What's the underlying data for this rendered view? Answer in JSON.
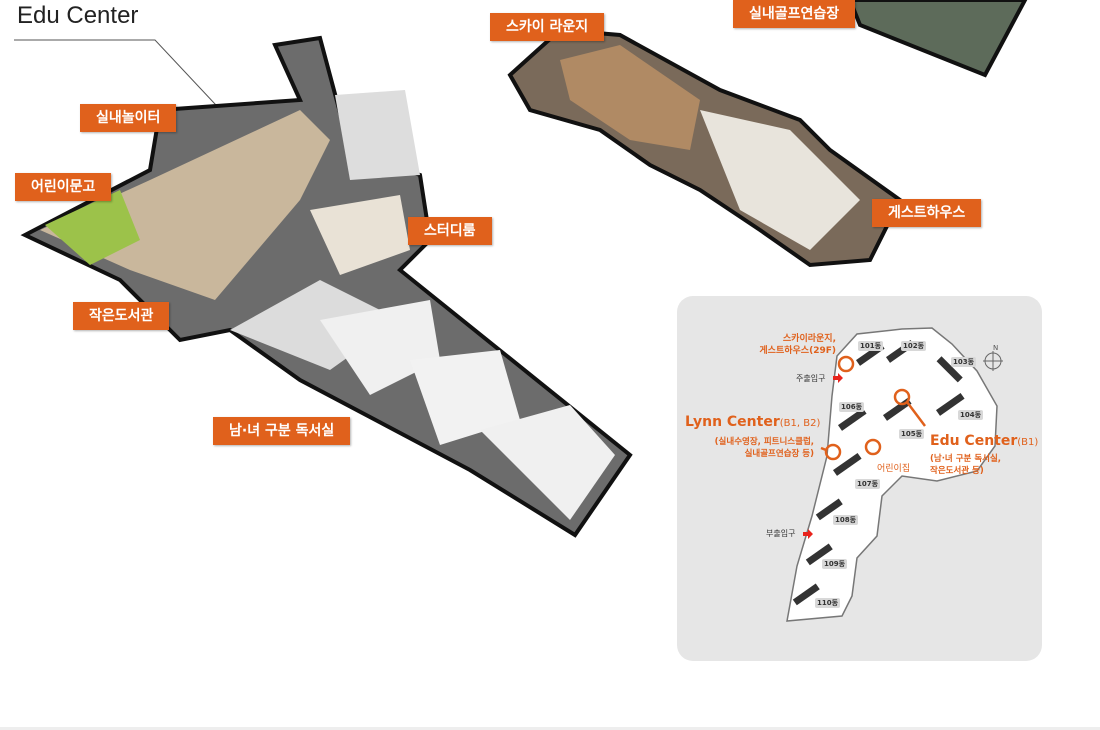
{
  "title": "Edu Center",
  "labels": {
    "playroom": "실내놀이터",
    "kids_library": "어린이문고",
    "small_library": "작은도서관",
    "study_room": "스터디룸",
    "reading_room": "남·녀 구분 독서실",
    "sky_lounge": "스카이 라운지",
    "golf": "실내골프연습장",
    "guesthouse": "게스트하우스"
  },
  "map": {
    "sky_note_1": "스카이라운지,",
    "sky_note_2": "게스트하우스(29F)",
    "main_entrance": "주출입구",
    "sub_entrance": "부출입구",
    "lynn_title": "Lynn Center",
    "lynn_floor": "(B1, B2)",
    "lynn_desc_1": "(실내수영장, 피트니스클럽,",
    "lynn_desc_2": "실내골프연습장 등)",
    "edu_title": "Edu Center",
    "edu_floor": "(B1)",
    "edu_desc_1": "(남·녀 구분 독서실,",
    "edu_desc_2": "작은도서관 등)",
    "daycare": "어린이집",
    "north": "N",
    "buildings": [
      "101동",
      "102동",
      "103동",
      "104동",
      "105동",
      "106동",
      "107동",
      "108동",
      "109동",
      "110동"
    ]
  },
  "colors": {
    "accent": "#e0611c",
    "panel": "#e6e6e6"
  }
}
